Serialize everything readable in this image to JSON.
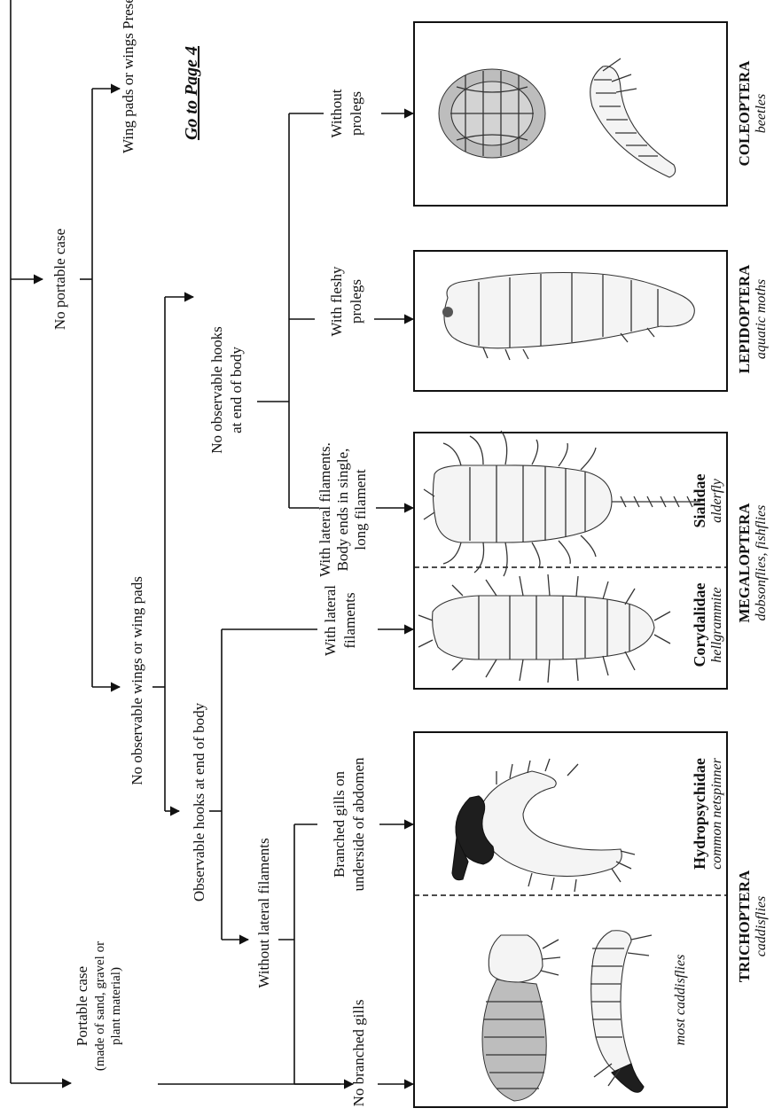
{
  "nodes": {
    "no_portable_case": "No portable case",
    "wing_pads_present": "Wing pads or wings Present",
    "go_to_page": "Go to Page 4",
    "no_wings": "No observable wings or wing pads",
    "no_hooks_line1": "No observable hooks",
    "no_hooks_line2": "at end of body",
    "hooks": "Observable hooks at end of body",
    "without_prolegs_line1": "Without",
    "without_prolegs_line2": "prolegs",
    "fleshy_prolegs_line1": "With fleshy",
    "fleshy_prolegs_line2": "prolegs",
    "lateral_single_line1": "With lateral filaments.",
    "lateral_single_line2": "Body ends in single,",
    "lateral_single_line3": "long filament",
    "with_lateral_line1": "With lateral",
    "with_lateral_line2": "filaments",
    "without_lateral": "Without lateral filaments",
    "branched_line1": "Branched gills on",
    "branched_line2": "underside of abdomen",
    "no_branched": "No branched gills",
    "portable_line1": "Portable case",
    "portable_line2": "(made of sand, gravel or",
    "portable_line3": "plant material)"
  },
  "groups": {
    "coleoptera": {
      "order": "COLEOPTERA",
      "common": "beetles"
    },
    "lepidoptera": {
      "order": "LEPIDOPTERA",
      "common": "aquatic moths"
    },
    "megaloptera": {
      "order": "MEGALOPTERA",
      "common": "dobsonflies, fishflies"
    },
    "trichoptera": {
      "order": "TRICHOPTERA",
      "common": "caddisflies"
    }
  },
  "families": {
    "sialidae": {
      "name": "Sialidae",
      "common": "alderfly"
    },
    "corydalidae": {
      "name": "Corydalidae",
      "common": "hellgrammite"
    },
    "hydropsychidae": {
      "name": "Hydropsychidae",
      "common": "common netspinner"
    },
    "caddis_other": {
      "common": "most caddisflies"
    }
  },
  "illustrations": [
    "beetle-adult",
    "beetle-larva",
    "moth-larva",
    "alderfly-larva",
    "hellgrammite-larva",
    "netspinner-larva",
    "cased-caddisfly-larva",
    "caddisfly-larva"
  ]
}
